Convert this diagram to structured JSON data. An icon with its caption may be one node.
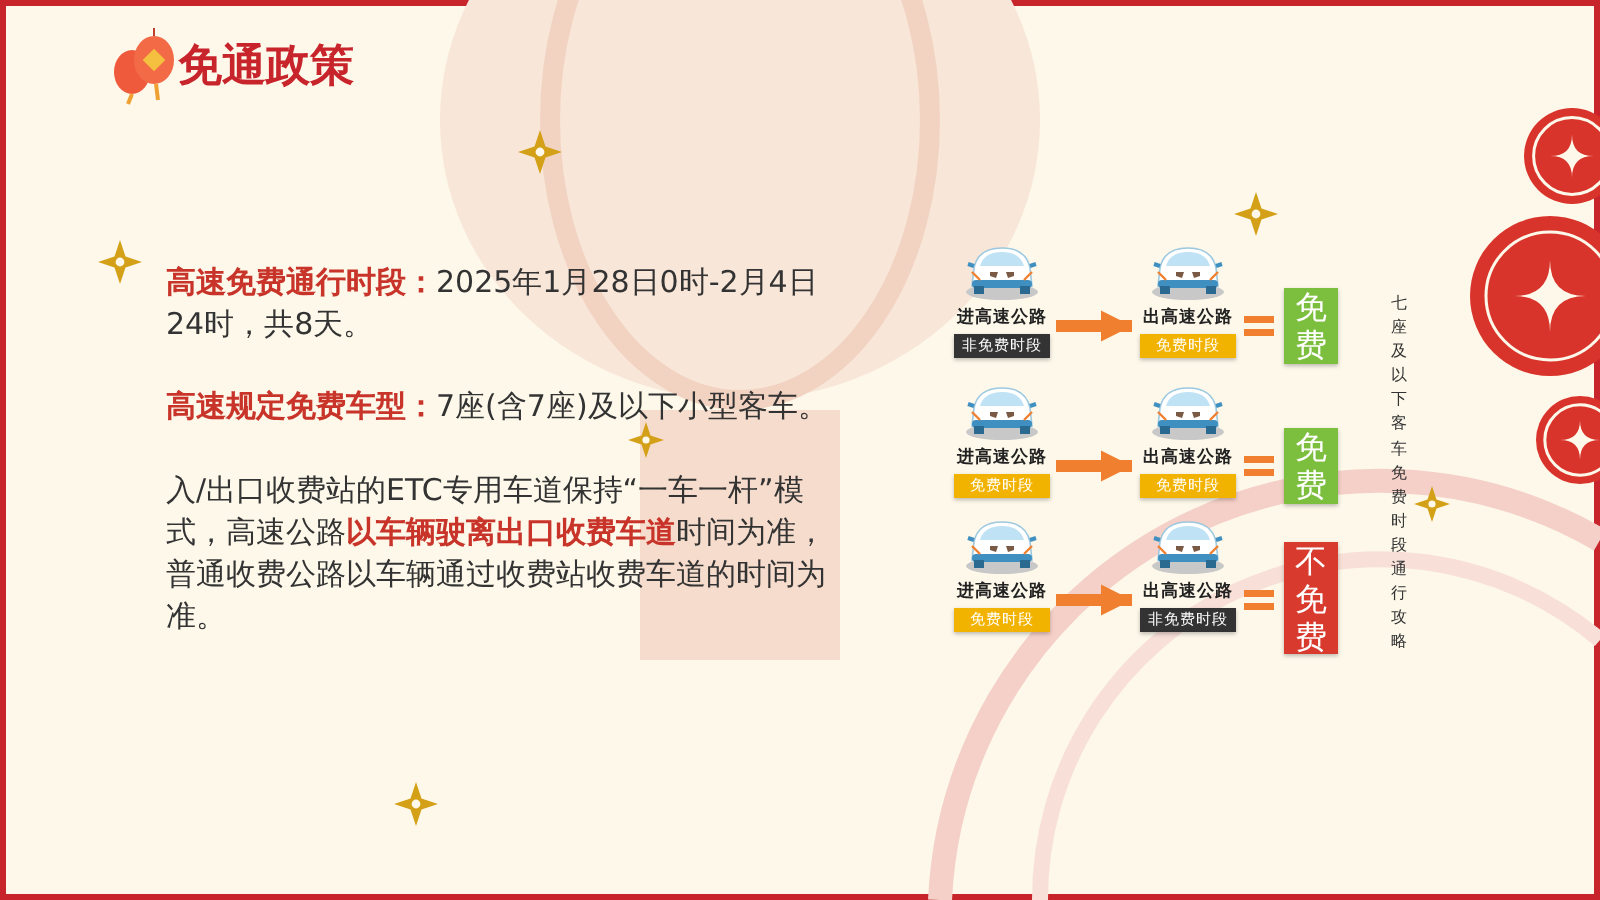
{
  "diagram": {
    "title": "免通政策",
    "nodes": [
      {
        "text": [
          "进高速公路",
          "非免费时段"
        ]
      },
      {
        "text": [
          "出高速公路",
          "免费时段"
        ]
      },
      {
        "text": [
          "免费"
        ]
      },
      {
        "text": [
          "进高速公路",
          "免费时段"
        ]
      },
      {
        "text": [
          "出高速公路",
          "免费时段"
        ]
      },
      {
        "text": [
          "免费"
        ]
      },
      {
        "text": [
          "进高速公路",
          "免费时段"
        ]
      },
      {
        "text": [
          "出高速公路",
          "非免费时段"
        ]
      },
      {
        "text": [
          "不免费"
        ]
      }
    ],
    "edges": [
      {
        "from": 0,
        "to": 1,
        "arrow": "to"
      },
      {
        "from": 3,
        "to": 4,
        "arrow": "to"
      },
      {
        "from": 6,
        "to": 7,
        "arrow": "to"
      }
    ],
    "labels": [
      "**高速免费通行时段：**2025年1月28日0时-2月4日24时，共8天。",
      "**高速规定免费车型：**7座(含7座)及以下小型客车。",
      "入/出口收费站的ETC专用车道保持“一车一杆”模式，高速公路**以车辆驶离出口收费车道**时间为准，普通收费公路以车辆通过收费站收费车道的时间为准。",
      "七座及以下客车免费时段通行攻略"
    ]
  }
}
